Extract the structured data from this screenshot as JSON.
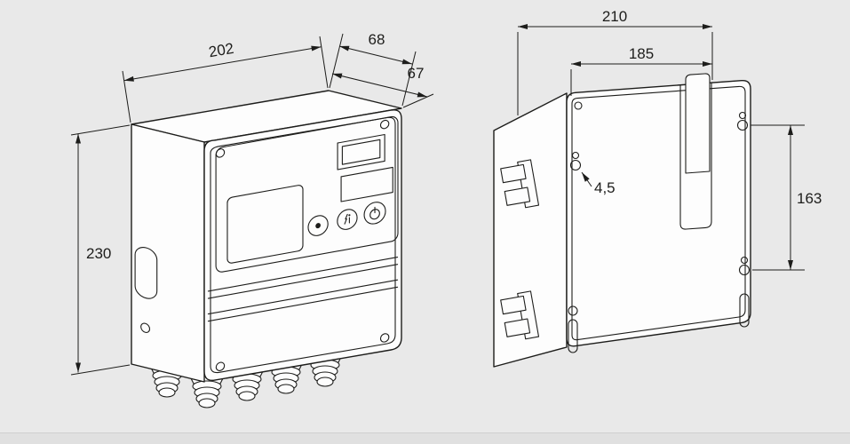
{
  "dimensions": {
    "width": "202",
    "depth_housing": "68",
    "depth_front": "67",
    "height": "230",
    "rear_width": "210",
    "rear_hole_spacing_horizontal": "185",
    "rear_hole_diameter": "4,5",
    "rear_hole_spacing_vertical": "163"
  },
  "colors": {
    "background": "#e9e9e9",
    "surface": "#fdfdfd",
    "line": "#1d1d1b",
    "footer": "#e0e0e0"
  }
}
